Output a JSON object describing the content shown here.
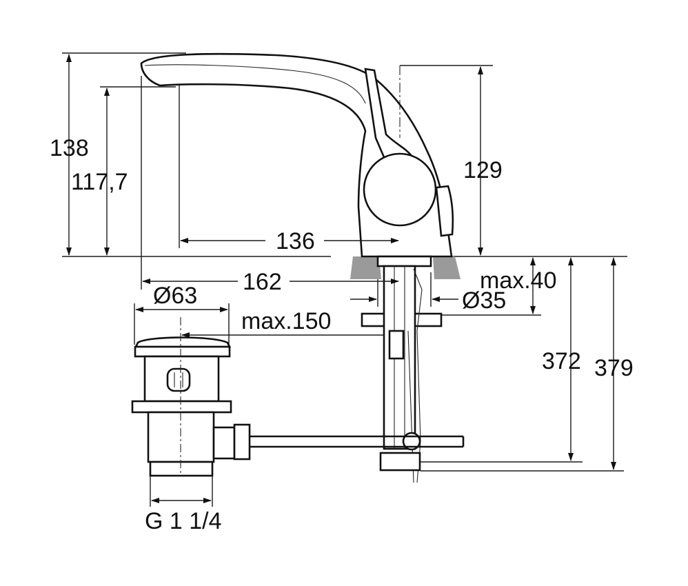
{
  "dimensions": {
    "overall_height": "138",
    "spout_height": "117,7",
    "body_height": "129",
    "spout_reach": "136",
    "total_reach": "162",
    "waste_diameter": "Ø63",
    "max_deck_thickness": "max.40",
    "hole_diameter": "Ø35",
    "max_rod_length": "max.150",
    "rod_length": "372",
    "hose_length": "379",
    "waste_thread": "G 1 1/4"
  }
}
